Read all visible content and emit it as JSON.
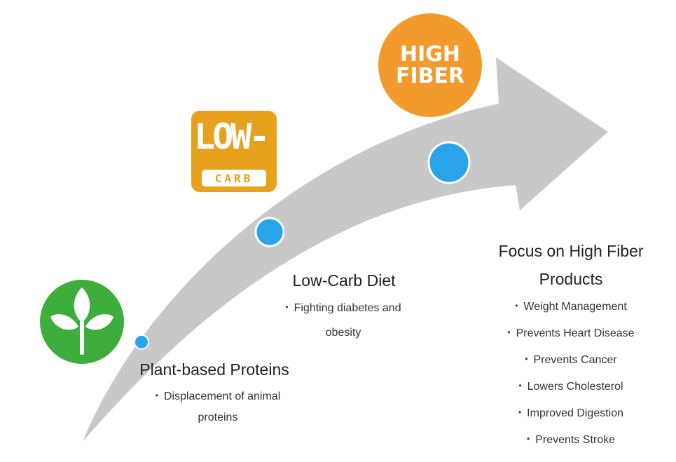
{
  "colors": {
    "arrow": "#C8C8C8",
    "marker": "#29A3EA",
    "leaf_badge": "#3DAE3B",
    "low_carb_badge": "#E8A11C",
    "high_fiber_badge": "#F29B2C"
  },
  "icons": {
    "plant": "leaf-sprout-icon",
    "low_carb": "low-carb-label-icon",
    "high_fiber": "high-fiber-badge-icon"
  },
  "badges": {
    "low_carb_big": "LOW-",
    "low_carb_small": "CARB",
    "high_fiber_line1": "HIGH",
    "high_fiber_line2": "FIBER"
  },
  "stages": [
    {
      "title": "Plant-based Proteins",
      "bullets": [
        "Displacement of animal",
        "proteins"
      ]
    },
    {
      "title": "Low-Carb Diet",
      "bullets": [
        "Fighting diabetes and",
        "obesity"
      ]
    },
    {
      "title_line1": "Focus on High Fiber",
      "title_line2": "Products",
      "bullets": [
        "Weight Management",
        "Prevents Heart Disease",
        "Prevents Cancer",
        "Lowers Cholesterol",
        "Improved Digestion",
        "Prevents Stroke"
      ]
    }
  ]
}
